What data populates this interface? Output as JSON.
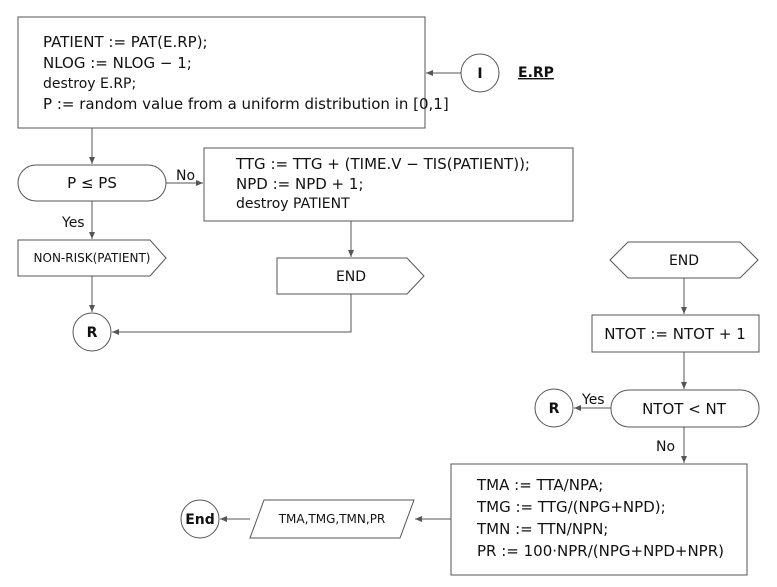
{
  "block_erp": {
    "line1": "PATIENT := PAT(E.RP);",
    "line2": "NLOG := NLOG − 1;",
    "line3": "destroy E.RP;",
    "line4": "P := random value from a uniform distribution in [0,1]"
  },
  "connector_i": "I",
  "erp_label": "E.RP",
  "decision_p": "P ≤ PS",
  "label_no_top": "No",
  "label_yes_left": "Yes",
  "block_ttg": {
    "line1": "TTG := TTG + (TIME.V − TIS(PATIENT));",
    "line2": "NPD := NPD + 1;",
    "line3": "destroy PATIENT"
  },
  "nonrisk": "NON-RISK(PATIENT)",
  "end_mid": "END",
  "connector_r_left": "R",
  "end_right_top": "END",
  "ntot_update": "NTOT := NTOT + 1",
  "decision_ntot": "NTOT < NT",
  "label_yes_right": "Yes",
  "connector_r_right": "R",
  "label_no_bottom": "No",
  "block_tma": {
    "line1": "TMA := TTA/NPA;",
    "line2": "TMG := TTG/(NPG+NPD);",
    "line3": "TMN := TTN/NPN;",
    "line4": "PR := 100·NPR/(NPG+NPD+NPR)"
  },
  "output_io": "TMA,TMG,TMN,PR",
  "terminal_end": "End"
}
